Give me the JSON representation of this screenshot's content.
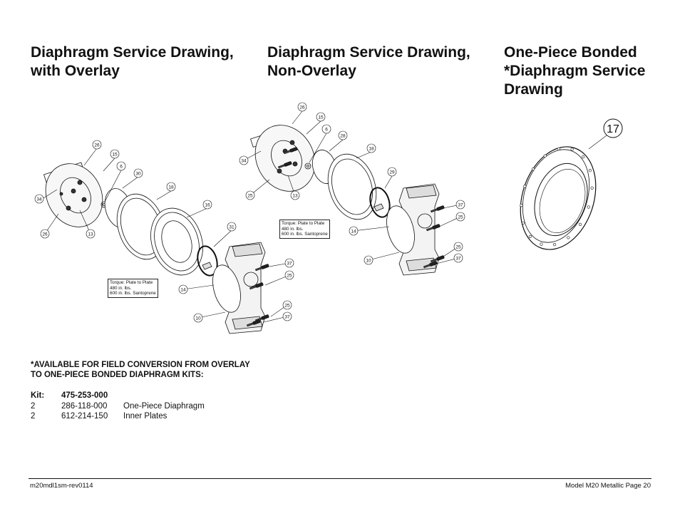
{
  "headings": {
    "overlay": [
      "Diaphragm Service Drawing,",
      "with Overlay"
    ],
    "non_overlay": [
      "Diaphragm Service Drawing,",
      "Non-Overlay"
    ],
    "bonded": [
      "One-Piece Bonded",
      "*Diaphragm Service",
      "Drawing"
    ]
  },
  "callouts_overlay": [
    "26",
    "15",
    "6",
    "30",
    "34",
    "18",
    "16",
    "26",
    "13",
    "31",
    "37",
    "25",
    "14",
    "25",
    "37",
    "10"
  ],
  "callouts_non_overlay": [
    "26",
    "15",
    "6",
    "28",
    "18",
    "34",
    "29",
    "25",
    "13",
    "37",
    "25",
    "14",
    "25",
    "37",
    "10"
  ],
  "callout_bonded": "17",
  "torque_overlay": [
    "Torque: Plate to Plate",
    "480 in. lbs.",
    "600 in. lbs. Santoprene"
  ],
  "torque_non_overlay": [
    "Torque: Plate to Plate",
    "480 in. lbs.",
    "600 in. lbs. Santoprene"
  ],
  "note": [
    "*AVAILABLE FOR FIELD CONVERSION FROM OVERLAY",
    "TO ONE-PIECE BONDED DIAPHRAGM KITS:"
  ],
  "kit": {
    "label": "Kit:",
    "number": "475-253-000",
    "rows": [
      {
        "qty": "2",
        "part": "286-118-000",
        "desc": "One-Piece Diaphragm"
      },
      {
        "qty": "2",
        "part": "612-214-150",
        "desc": "Inner Plates"
      }
    ]
  },
  "footer": {
    "left": "m20mdl1sm-rev0114",
    "right": "Model M20 Metallic Page 20"
  }
}
